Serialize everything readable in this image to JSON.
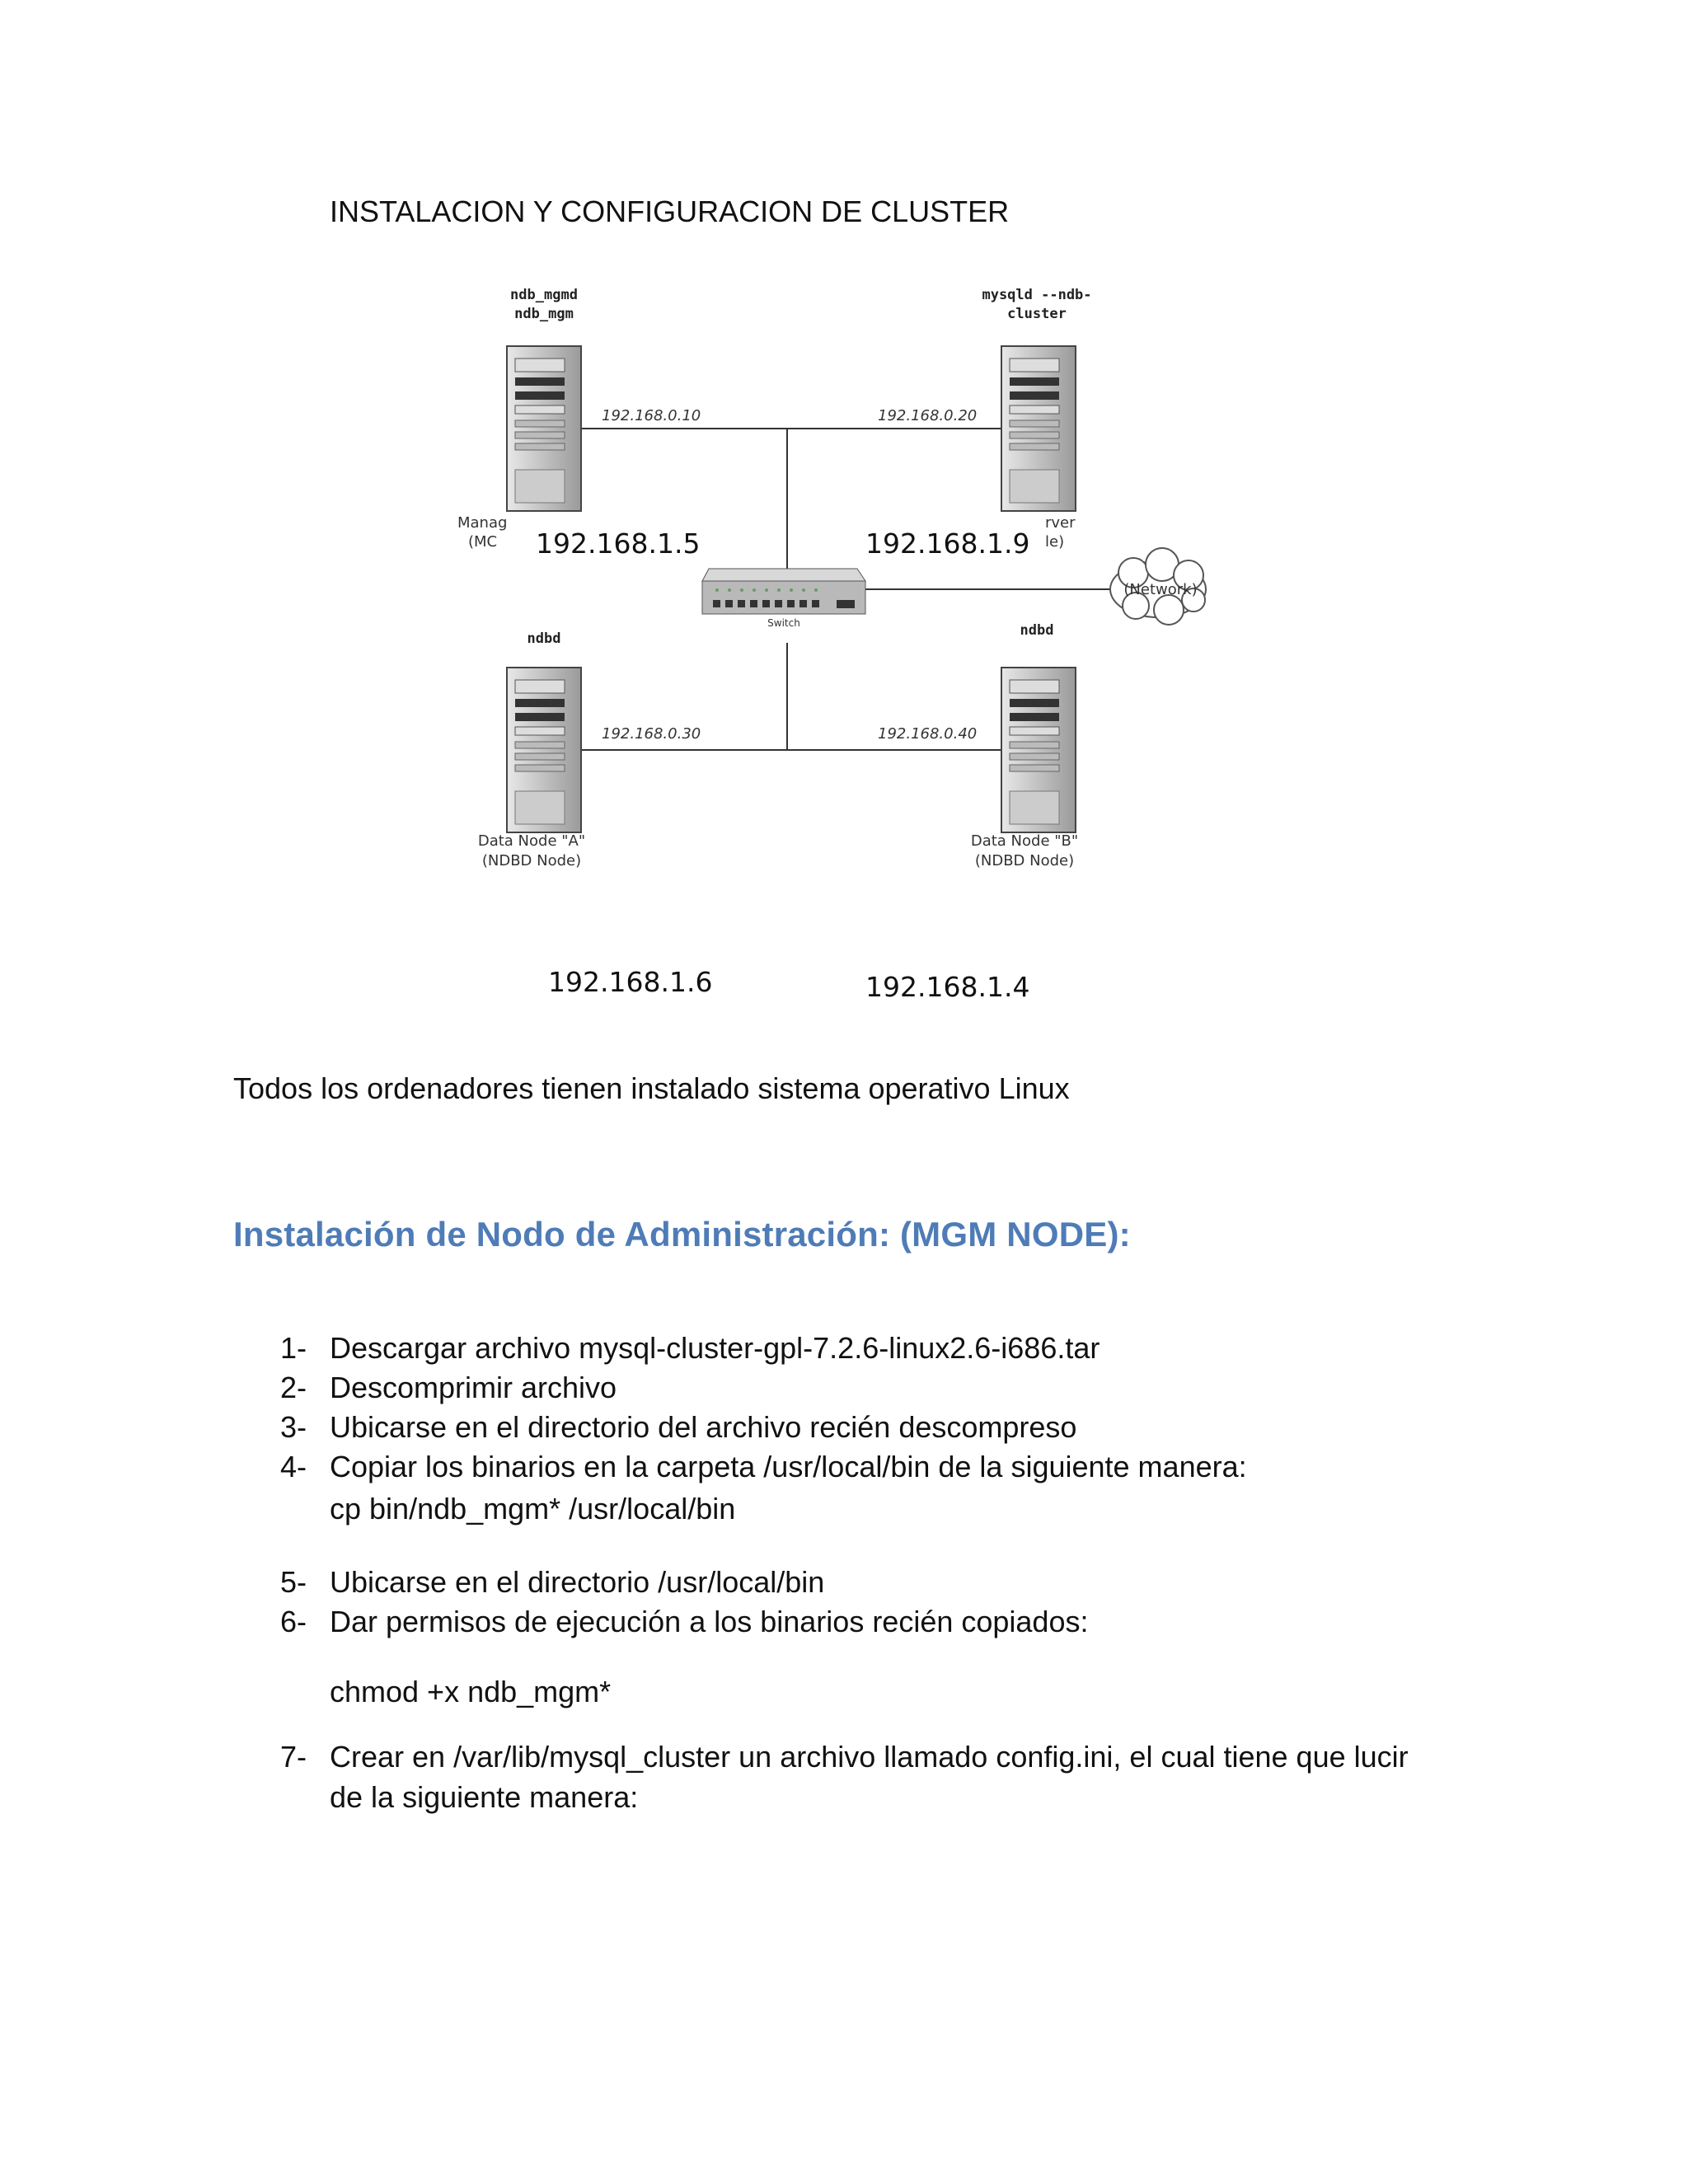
{
  "document": {
    "title": "INSTALACION Y CONFIGURACION DE CLUSTER",
    "intro": "Todos los ordenadores tienen instalado sistema operativo Linux",
    "section_heading": "Instalación de Nodo de Administración: (MGM NODE):"
  },
  "diagram": {
    "mgm_node": {
      "cmd1": "ndb_mgmd",
      "cmd2": "ndb_mgm",
      "label1": "Manag",
      "label2": "(MC",
      "orig_ip": "192.168.0.10",
      "new_ip": "192.168.1.5"
    },
    "sql_node": {
      "cmd1": "mysqld --ndb-",
      "cmd2": "cluster",
      "label1": "rver",
      "label2": "le)",
      "orig_ip": "192.168.0.20",
      "new_ip": "192.168.1.9"
    },
    "data_a": {
      "cmd": "ndbd",
      "label1": "Data Node \"A\"",
      "label2": "(NDBD Node)",
      "orig_ip": "192.168.0.30",
      "new_ip": "192.168.1.6"
    },
    "data_b": {
      "cmd": "ndbd",
      "label1": "Data Node \"B\"",
      "label2": "(NDBD Node)",
      "orig_ip": "192.168.0.40",
      "new_ip": "192.168.1.4"
    },
    "switch_label": "Switch",
    "network_label": "(Network)"
  },
  "steps": [
    {
      "num": "1-",
      "text": "Descargar archivo mysql-cluster-gpl-7.2.6-linux2.6-i686.tar"
    },
    {
      "num": "2-",
      "text": "Descomprimir archivo"
    },
    {
      "num": "3-",
      "text": "Ubicarse en el directorio del archivo recién descompreso"
    },
    {
      "num": "4-",
      "text": "Copiar los binarios en la carpeta /usr/local/bin de la siguiente manera:",
      "extra": "cp bin/ndb_mgm* /usr/local/bin"
    },
    {
      "num": "5-",
      "text": "Ubicarse en el directorio /usr/local/bin"
    },
    {
      "num": "6-",
      "text": "Dar permisos de ejecución a los binarios recién copiados:",
      "extra": "chmod +x ndb_mgm*"
    },
    {
      "num": "7-",
      "text": "Crear en /var/lib/mysql_cluster un archivo llamado config.ini, el cual tiene que lucir",
      "extra": "de la siguiente manera:"
    }
  ]
}
